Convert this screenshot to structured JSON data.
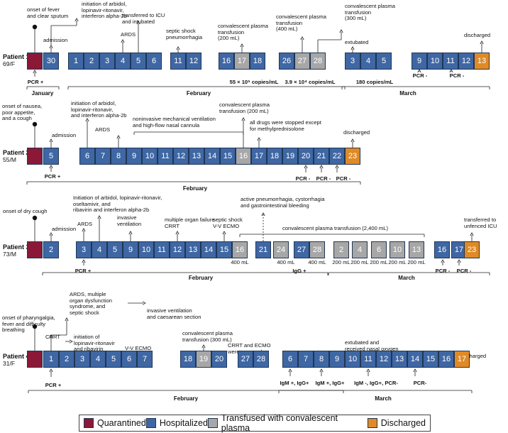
{
  "patients": [
    {
      "key": "p1",
      "name": "Patient 1",
      "info": "69/F",
      "annotations": [
        "onset of fever\nand clear sputum",
        "admission",
        "initiation of arbidol,\nlopinavir-ritonavir,\ninterferon alpha-2b",
        "ARDS",
        "transferred to ICU\nand intubated",
        "septic shock\npneumorrhagia",
        "convalescent plasma\ntransfusion\n(200 mL)",
        "convalescent plasma\ntransfusion\n(400 mL)",
        "convalescent plasma\ntransfusion\n(300 mL)",
        "extubated",
        "discharged"
      ],
      "cells": [
        {
          "label": "",
          "type": "q"
        },
        {
          "label": "30",
          "type": "h"
        },
        {
          "label": "1",
          "type": "h"
        },
        {
          "label": "2",
          "type": "h"
        },
        {
          "label": "3",
          "type": "h"
        },
        {
          "label": "4",
          "type": "h"
        },
        {
          "label": "5",
          "type": "h"
        },
        {
          "label": "6",
          "type": "h"
        },
        {
          "label": "11",
          "type": "h"
        },
        {
          "label": "12",
          "type": "h"
        },
        {
          "label": "16",
          "type": "h"
        },
        {
          "label": "17",
          "type": "t"
        },
        {
          "label": "18",
          "type": "h"
        },
        {
          "label": "26",
          "type": "h"
        },
        {
          "label": "27",
          "type": "t"
        },
        {
          "label": "28",
          "type": "t"
        },
        {
          "label": "3",
          "type": "h"
        },
        {
          "label": "4",
          "type": "h"
        },
        {
          "label": "5",
          "type": "h"
        },
        {
          "label": "9",
          "type": "h"
        },
        {
          "label": "10",
          "type": "h"
        },
        {
          "label": "11",
          "type": "h"
        },
        {
          "label": "12",
          "type": "h"
        },
        {
          "label": "13",
          "type": "d"
        }
      ],
      "tests": [
        "PCR +",
        "55 × 10⁵ copies/mL",
        "3.9 × 10⁴ copies/mL",
        "180 copies/mL",
        "PCR -",
        "PCR -"
      ],
      "months": [
        "January",
        "February",
        "March"
      ]
    },
    {
      "key": "p2",
      "name": "Patient 2",
      "info": "55/M",
      "annotations": [
        "onset of nausea,\npoor appetite,\nand a cough",
        "admission",
        "initiation of arbidol,\nlopinavir-ritonavir,\nand interferon alpha-2b",
        "ARDS",
        "noninvasive mechanical ventilation\nand high-flow nasal cannula",
        "convalescent plasma\ntransfusion (200 mL)",
        "all drugs were stopped except\nfor methylprednisolone",
        "discharged"
      ],
      "cells": [
        {
          "label": "",
          "type": "q"
        },
        {
          "label": "5",
          "type": "h"
        },
        {
          "label": "6",
          "type": "h"
        },
        {
          "label": "7",
          "type": "h"
        },
        {
          "label": "8",
          "type": "h"
        },
        {
          "label": "9",
          "type": "h"
        },
        {
          "label": "10",
          "type": "h"
        },
        {
          "label": "11",
          "type": "h"
        },
        {
          "label": "12",
          "type": "h"
        },
        {
          "label": "13",
          "type": "h"
        },
        {
          "label": "14",
          "type": "h"
        },
        {
          "label": "15",
          "type": "h"
        },
        {
          "label": "16",
          "type": "t"
        },
        {
          "label": "17",
          "type": "h"
        },
        {
          "label": "18",
          "type": "h"
        },
        {
          "label": "19",
          "type": "h"
        },
        {
          "label": "20",
          "type": "h"
        },
        {
          "label": "21",
          "type": "h"
        },
        {
          "label": "22",
          "type": "h"
        },
        {
          "label": "23",
          "type": "d"
        }
      ],
      "tests": [
        "PCR +",
        "PCR -",
        "PCR -",
        "PCR -"
      ],
      "months": [
        "February"
      ]
    },
    {
      "key": "p3",
      "name": "Patient 3",
      "info": "73/M",
      "annotations": [
        "onset of dry cough",
        "admission",
        "Initiation of arbidol, lopinavir-ritonavir,\noseltamivir, and\nribavirin and interferon alpha-2b",
        "ARDS",
        "invasive\nventilation",
        "multiple organ failure\nCRRT",
        "septic shock\nV-V ECMO",
        "active pneumorrhagia, cystorrhagia\nand gastrointestinal bleeding",
        "convalescent plasma transfusion (2,400 mL)",
        "transferred to\nunfenced ICU"
      ],
      "cells": [
        {
          "label": "",
          "type": "q"
        },
        {
          "label": "2",
          "type": "h"
        },
        {
          "label": "3",
          "type": "h"
        },
        {
          "label": "4",
          "type": "h"
        },
        {
          "label": "5",
          "type": "h"
        },
        {
          "label": "9",
          "type": "h"
        },
        {
          "label": "10",
          "type": "h"
        },
        {
          "label": "11",
          "type": "h"
        },
        {
          "label": "12",
          "type": "h"
        },
        {
          "label": "13",
          "type": "h"
        },
        {
          "label": "14",
          "type": "h"
        },
        {
          "label": "15",
          "type": "h"
        },
        {
          "label": "16",
          "type": "t"
        },
        {
          "label": "21",
          "type": "h"
        },
        {
          "label": "24",
          "type": "t"
        },
        {
          "label": "27",
          "type": "h"
        },
        {
          "label": "28",
          "type": "t"
        },
        {
          "label": "2",
          "type": "t"
        },
        {
          "label": "4",
          "type": "t"
        },
        {
          "label": "6",
          "type": "t"
        },
        {
          "label": "10",
          "type": "t"
        },
        {
          "label": "13",
          "type": "t"
        },
        {
          "label": "16",
          "type": "h"
        },
        {
          "label": "17",
          "type": "h"
        },
        {
          "label": "23",
          "type": "d"
        }
      ],
      "volumes": [
        "400 mL",
        "400 mL",
        "400 mL",
        "200 mL",
        "200 mL",
        "200 mL",
        "200 mL",
        "200 mL"
      ],
      "tests": [
        "PCR +",
        "IgG +",
        "PCR -",
        "PCR -"
      ],
      "months": [
        "February",
        "March"
      ]
    },
    {
      "key": "p4",
      "name": "Patient 4",
      "info": "31/F",
      "annotations": [
        "onset of pharyngalgia,\nfever and difficulty\nbreathing",
        "ARDS, multiple\norgan dysfunction\nsyndrome, and\nseptic shock",
        "invasive ventilation\nand caesarean section",
        "CRRT",
        "initiation of\nlopinavir-ritonavir\nand ribavirin",
        "V-V ECMO",
        "convalescent plasma\ntransfusion (300 mL)",
        "CRRT and ECMO\nwere removed",
        "extubated and\nreceived nasal oxygen",
        "discharged"
      ],
      "cells": [
        {
          "label": "",
          "type": "q"
        },
        {
          "label": "1",
          "type": "h"
        },
        {
          "label": "2",
          "type": "h"
        },
        {
          "label": "3",
          "type": "h"
        },
        {
          "label": "4",
          "type": "h"
        },
        {
          "label": "5",
          "type": "h"
        },
        {
          "label": "6",
          "type": "h"
        },
        {
          "label": "7",
          "type": "h"
        },
        {
          "label": "18",
          "type": "h"
        },
        {
          "label": "19",
          "type": "t"
        },
        {
          "label": "20",
          "type": "h"
        },
        {
          "label": "27",
          "type": "h"
        },
        {
          "label": "28",
          "type": "h"
        },
        {
          "label": "6",
          "type": "h"
        },
        {
          "label": "7",
          "type": "h"
        },
        {
          "label": "8",
          "type": "h"
        },
        {
          "label": "9",
          "type": "h"
        },
        {
          "label": "10",
          "type": "h"
        },
        {
          "label": "11",
          "type": "h"
        },
        {
          "label": "12",
          "type": "h"
        },
        {
          "label": "13",
          "type": "h"
        },
        {
          "label": "14",
          "type": "h"
        },
        {
          "label": "15",
          "type": "h"
        },
        {
          "label": "16",
          "type": "h"
        },
        {
          "label": "17",
          "type": "d"
        }
      ],
      "tests": [
        "PCR +",
        "IgM +, IgG+",
        "IgM +, IgG+",
        "IgM -, IgG+, PCR-",
        "PCR-"
      ],
      "months": [
        "February",
        "March"
      ]
    }
  ],
  "legend": [
    {
      "label": "Quarantined",
      "color": "#8c1838"
    },
    {
      "label": "Hospitalized",
      "color": "#3f67a4"
    },
    {
      "label": "Transfused with convalescent plasma",
      "color": "#a7a7a7"
    },
    {
      "label": "Discharged",
      "color": "#df8a26"
    }
  ],
  "colors": {
    "quarantined": "#8c1838",
    "hospitalized": "#3f67a4",
    "transfused": "#a7a7a7",
    "discharged": "#df8a26"
  }
}
